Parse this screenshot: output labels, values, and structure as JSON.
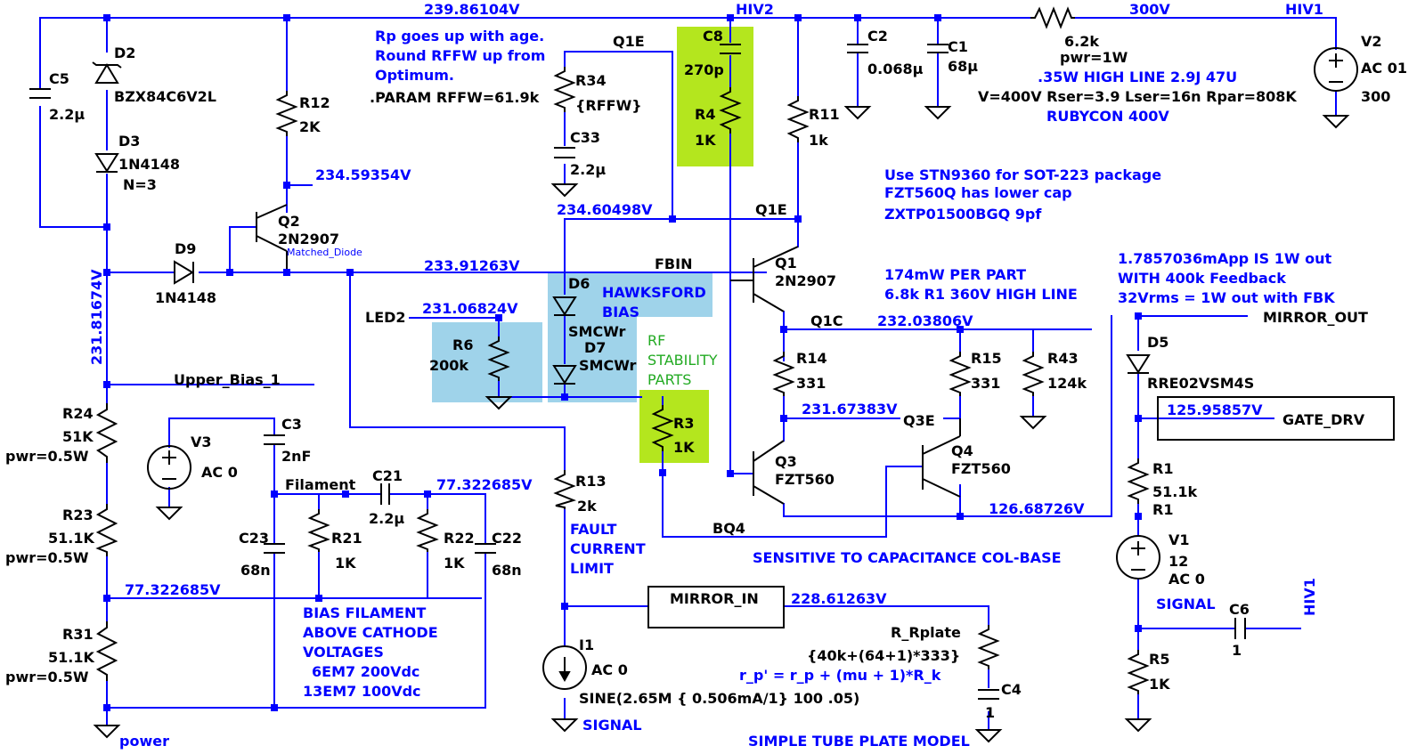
{
  "colors": {
    "wire": "#0000ff",
    "component": "#000000",
    "highlight_green": "#b4e61e",
    "highlight_blue": "#9fd3ea",
    "rf_text": "#22aa22"
  },
  "nodes": {
    "top_rail": "239.86104V",
    "hiv2": "HIV2",
    "v300": "300V",
    "hiv1": "HIV1",
    "q2_emitter": "234.59354V",
    "q1e_line": "234.60498V",
    "fbin_line": "233.91263V",
    "led2_line": "231.06824V",
    "q1c_line": "232.03806V",
    "q3e_line": "231.67383V",
    "out_line": "126.68726V",
    "gate_line": "125.95857V",
    "bias_line": "77.322685V",
    "filament_line": "77.322685V",
    "mirror_in_line": "228.61263V",
    "left_vertical": "231.81674V"
  },
  "parts": {
    "c5_name": "C5",
    "c5_value": "2.2µ",
    "d2_name": "D2",
    "d2_value": "BZX84C6V2L",
    "d3_name": "D3",
    "d3_value": "1N4148",
    "d3_n": "N=3",
    "d9_name": "D9",
    "d9_value": "1N4148",
    "r12_name": "R12",
    "r12_value": "2K",
    "q2_name": "Q2",
    "q2_value": "2N2907",
    "q2_tag": "Matched_Diode",
    "r34_net": "Q1E",
    "r34_name": "R34",
    "r34_value": "{RFFW}",
    "c33_name": "C33",
    "c33_value": "2.2µ",
    "c8_name": "C8",
    "c8_value": "270p",
    "r4_name": "R4",
    "r4_value": "1K",
    "r11_name": "R11",
    "r11_value": "1k",
    "c2_name": "C2",
    "c2_value": "0.068µ",
    "c1_name": "C1",
    "c1_value": "68µ",
    "r2_value": "6.2k",
    "r2_pwr": "pwr=1W",
    "v2_name": "V2",
    "v2_value": "AC 01",
    "v2_amp": "300",
    "q1e_net": "Q1E",
    "fbin_net": "FBIN",
    "q1_name": "Q1",
    "q1_value": "2N2907",
    "led2_net": "LED2",
    "d6_name": "D6",
    "d6_value": "SMCWr",
    "d7_name": "D7",
    "d7_value": "SMCWr",
    "r6_name": "R6",
    "r6_value": "200k",
    "r3_name": "R3",
    "r3_value": "1K",
    "q1c_net": "Q1C",
    "r14_name": "R14",
    "r14_value": "331",
    "r15_name": "R15",
    "r15_value": "331",
    "r43_name": "R43",
    "r43_value": "124k",
    "q3e_net": "Q3E",
    "q3_name": "Q3",
    "q3_value": "FZT560",
    "q4_name": "Q4",
    "q4_value": "FZT560",
    "bq4_net": "BQ4",
    "mirror_out_net": "MIRROR_OUT",
    "d5_name": "D5",
    "d5_value": "RRE02VSM4S",
    "gate_drv_net": "GATE_DRV",
    "r1_name": "R1",
    "r1_value": "51.1k",
    "r1_net": "R1",
    "v1_name": "V1",
    "v1_value": "12",
    "v1_ac": "AC 0",
    "c6_name": "C6",
    "c6_value": "1",
    "r5_name": "R5",
    "r5_value": "1K",
    "upper_bias_net": "Upper_Bias_1",
    "r24_name": "R24",
    "r24_value": "51K",
    "r24_pwr": "pwr=0.5W",
    "r23_name": "R23",
    "r23_value": "51.1K",
    "r23_pwr": "pwr=0.5W",
    "r31_name": "R31",
    "r31_value": "51.1K",
    "r31_pwr": "pwr=0.5W",
    "power_net": "power",
    "v3_name": "V3",
    "v3_value": "AC 0",
    "c3_name": "C3",
    "c3_value": "2nF",
    "filament_net": "Filament",
    "c21_name": "C21",
    "c21_value": "2.2µ",
    "c23_name": "C23",
    "c23_value": "68n",
    "r21_name": "R21",
    "r21_value": "1K",
    "r22_name": "R22",
    "r22_value": "1K",
    "c22_name": "C22",
    "c22_value": "68n",
    "r13_name": "R13",
    "r13_value": "2k",
    "mirror_in_net": "MIRROR_IN",
    "i1_name": "I1",
    "i1_value": "AC 0",
    "i1_sine": "SINE(2.65M { 0.506mA/1} 100 .05)",
    "rplate_name": "R_Rplate",
    "rplate_value": "{40k+(64+1)*333}",
    "c4_name": "C4",
    "c4_value": "1"
  },
  "notes": {
    "rp_age": [
      "Rp goes up with age.",
      "Round RFFW up from",
      "Optimum."
    ],
    "param": ".PARAM RFFW=61.9k",
    "rubycon": [
      ".35W HIGH LINE 2.9J 47U",
      "V=400V Rser=3.9 Lser=16n Rpar=808K",
      "RUBYCON 400V"
    ],
    "stn": [
      "Use STN9360 for SOT-223 package",
      "FZT560Q has lower cap",
      "ZXTP01500BGQ 9pf"
    ],
    "per_part": [
      "174mW PER PART",
      "6.8k R1  360V HIGH LINE"
    ],
    "mapp": [
      "1.7857036mApp IS 1W out",
      "WITH 400k Feedback",
      "32Vrms = 1W out with FBK"
    ],
    "hawksford": [
      "HAWKSFORD",
      "BIAS"
    ],
    "rf": [
      "RF",
      "STABILITY",
      "PARTS"
    ],
    "sensitive": "SENSITIVE TO CAPACITANCE  COL-BASE",
    "fault": [
      "FAULT",
      "CURRENT",
      "LIMIT"
    ],
    "bias_fil": [
      "BIAS FILAMENT",
      "ABOVE CATHODE",
      "VOLTAGES",
      "6EM7 200Vdc",
      "13EM7 100Vdc"
    ],
    "rp_formula": "r_p' = r_p + (mu + 1)*R_k",
    "tube_model": "SIMPLE TUBE PLATE  MODEL",
    "signal": "SIGNAL"
  }
}
